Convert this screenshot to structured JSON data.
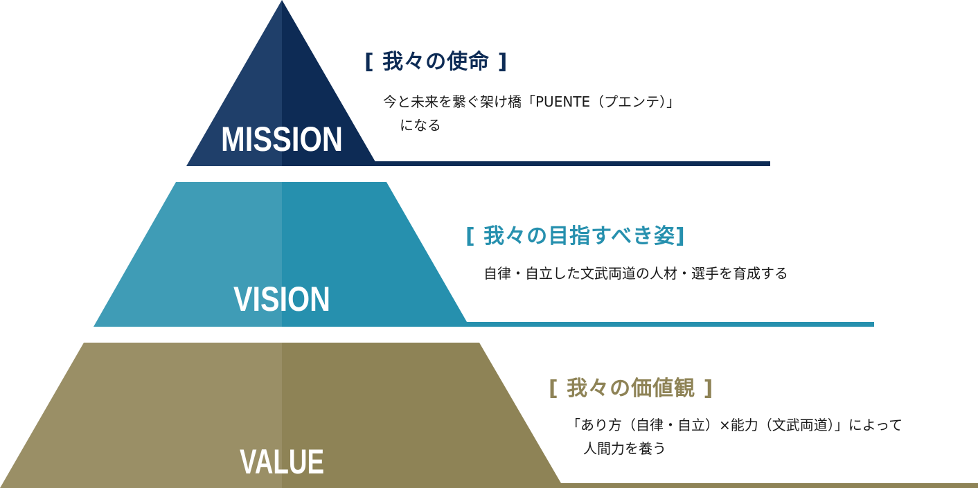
{
  "colors": {
    "mission_dark": "#0d2b55",
    "mission_light": "#1f3f6a",
    "vision_dark": "#2690ae",
    "vision_light": "#3f9cb6",
    "value_dark": "#8e8356",
    "value_light": "#9a8f66"
  },
  "tiers": {
    "mission": {
      "label": "MISSION",
      "heading": "[ 我々の使命 ]",
      "line1": "今と未来を繋ぐ架け橋「PUENTE（プエンテ）」",
      "line2": "になる"
    },
    "vision": {
      "label": "VISION",
      "heading": "[ 我々の目指すべき姿]",
      "line1": "自律・自立した文武両道の人材・選手を育成する",
      "line2": ""
    },
    "value": {
      "label": "VALUE",
      "heading": "[ 我々の価値観 ]",
      "line1": "「あり方（自律・自立）×能力（文武両道）」によって",
      "line2": "人間力を養う"
    }
  }
}
